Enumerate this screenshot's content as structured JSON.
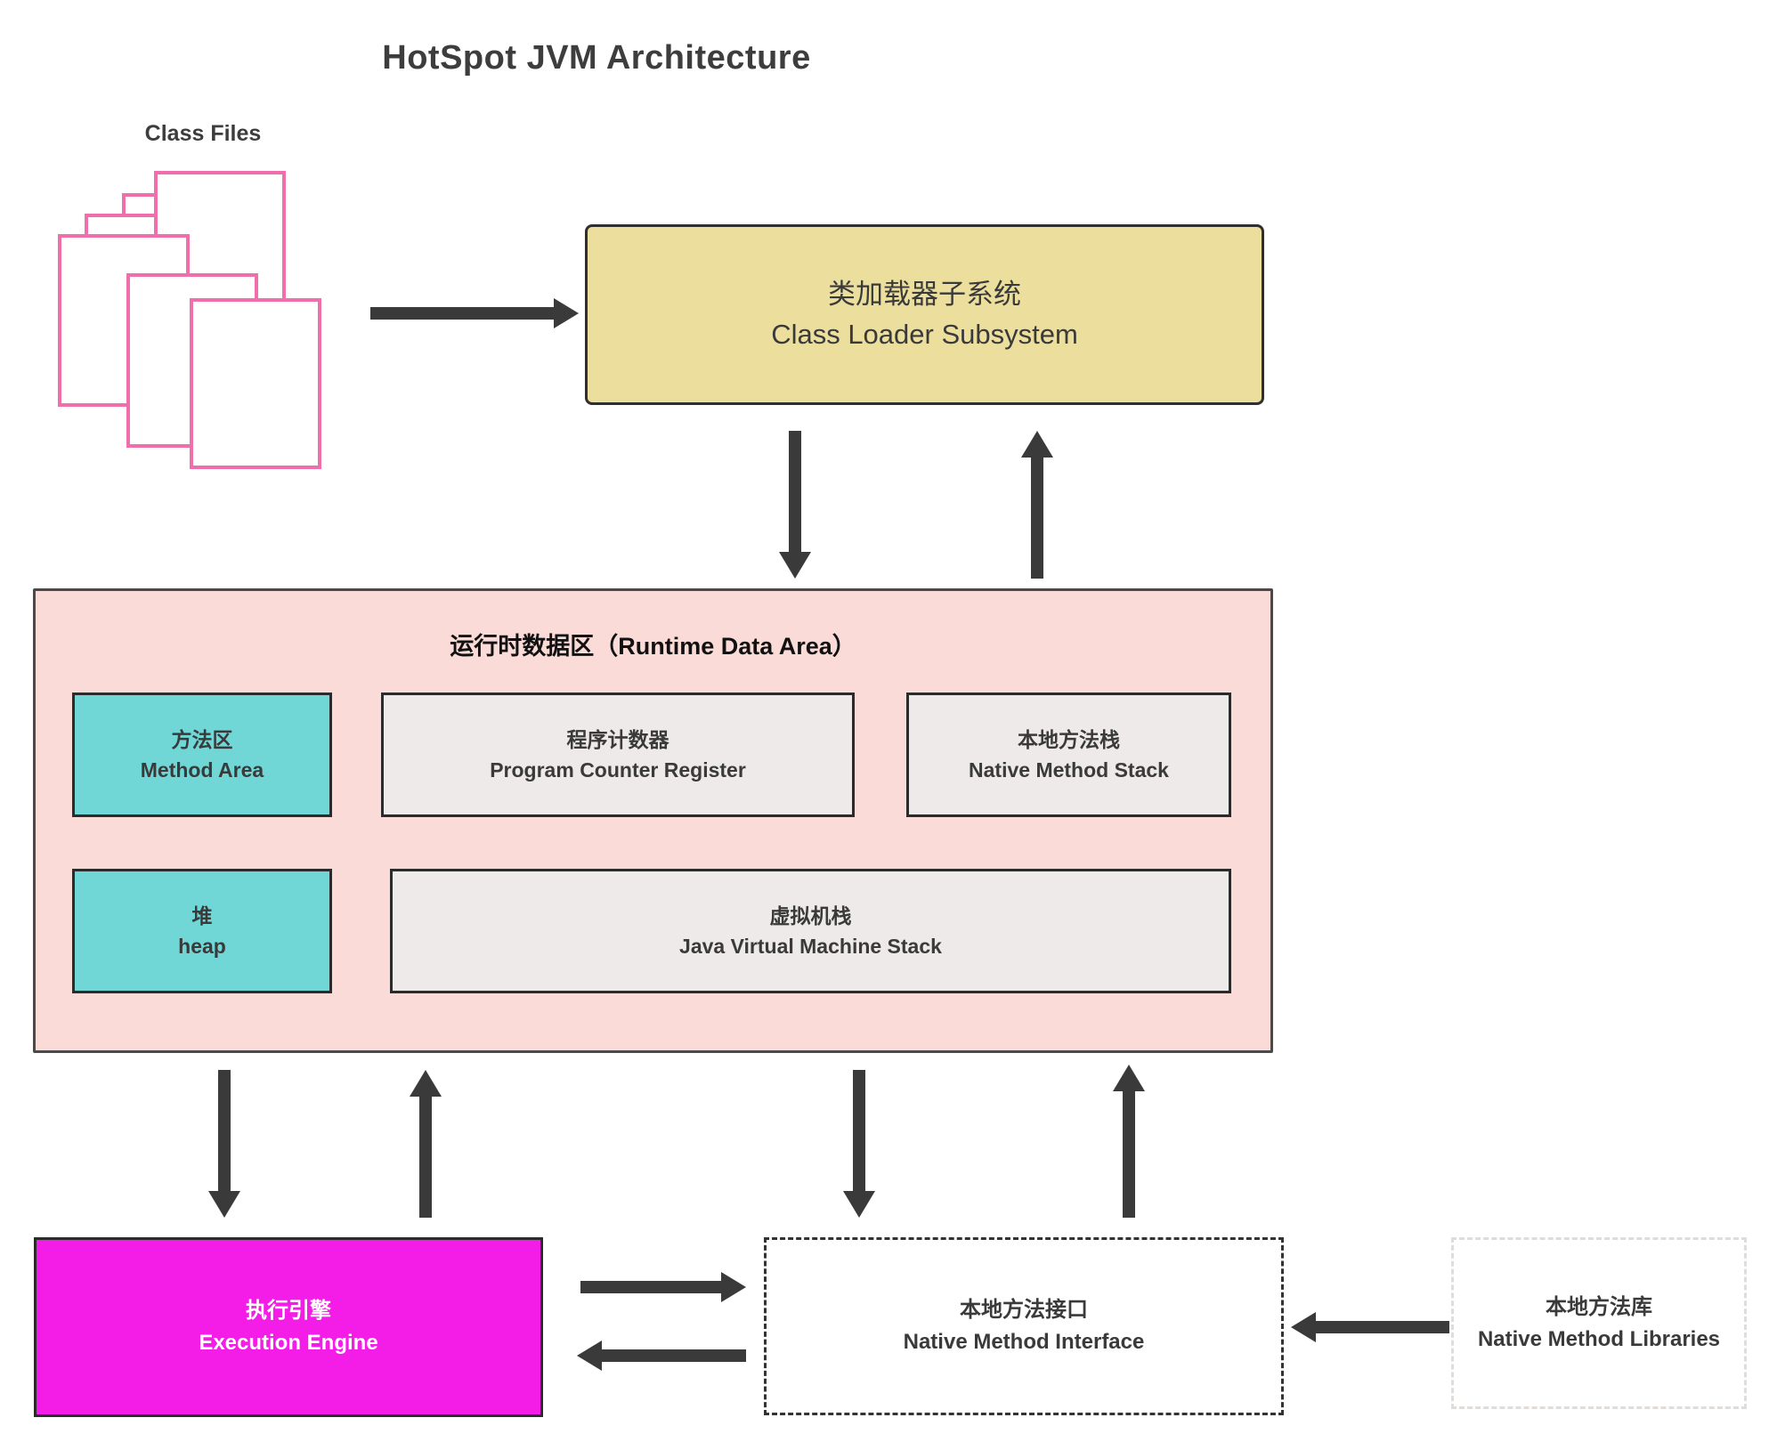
{
  "title": "HotSpot JVM Architecture",
  "class_files": {
    "label": "Class Files",
    "file_count": 6
  },
  "boxes": {
    "class_loader": {
      "zh": "类加载器子系统",
      "en": "Class Loader Subsystem"
    },
    "runtime": {
      "title": "运行时数据区（Runtime Data Area）"
    },
    "method_area": {
      "zh": "方法区",
      "en": "Method Area"
    },
    "program_counter": {
      "zh": "程序计数器",
      "en": "Program Counter Register"
    },
    "native_method_stack": {
      "zh": "本地方法栈",
      "en": "Native Method Stack"
    },
    "heap": {
      "zh": "堆",
      "en": "heap"
    },
    "jvm_stack": {
      "zh": "虚拟机栈",
      "en": "Java Virtual Machine Stack"
    },
    "execution_engine": {
      "zh": "执行引擎",
      "en": "Execution Engine"
    },
    "native_method_interface": {
      "zh": "本地方法接口",
      "en": "Native Method Interface"
    },
    "native_method_libraries": {
      "zh": "本地方法库",
      "en": "Native Method Libraries"
    }
  },
  "colors": {
    "class_loader_fill": "#ecdf9e",
    "runtime_fill": "#fbdbd8",
    "cell_teal": "#70d6d6",
    "cell_gray": "#edeae9",
    "execution_fill": "#f41ce7",
    "class_file_outline": "#ef6fad",
    "arrow": "#3a3a3a",
    "border_dark": "#2f2f2f",
    "text": "#3a3a3a"
  }
}
